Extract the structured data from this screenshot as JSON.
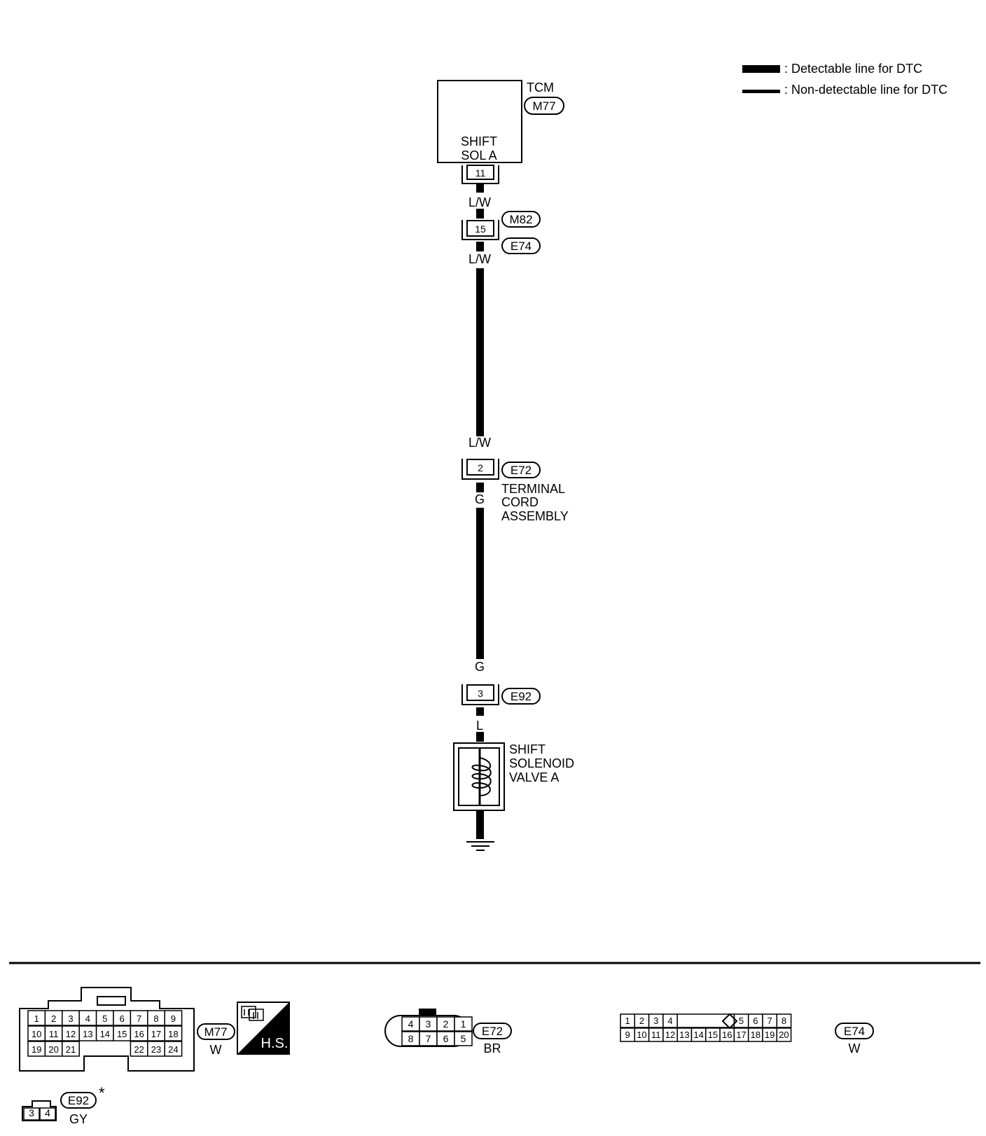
{
  "legend": {
    "detectable": ": Detectable line for DTC",
    "non_detectable": ": Non-detectable line for DTC"
  },
  "tcm": {
    "name": "TCM",
    "connector": "M77",
    "label_line1": "SHIFT",
    "label_line2": "SOL A",
    "terminal": "11"
  },
  "wire1": {
    "color_top": "L/W",
    "color_bottom": "L/W"
  },
  "joint": {
    "terminal": "15",
    "connector_top": "M82",
    "connector_bottom": "E74"
  },
  "wire2": {
    "color_top": "L/W"
  },
  "terminal_cord": {
    "terminal": "2",
    "connector": "E72",
    "label_line1": "TERMINAL",
    "label_line2": "CORD",
    "label_line3": "ASSEMBLY"
  },
  "wire3": {
    "color_top": "G",
    "color_bottom": "G"
  },
  "e92_joint": {
    "terminal": "3",
    "connector": "E92"
  },
  "wire4": {
    "color": "L"
  },
  "solenoid": {
    "label_line1": "SHIFT",
    "label_line2": "SOLENOID",
    "label_line3": "VALVE A"
  },
  "connectors": {
    "m77": {
      "id": "M77",
      "color": "W",
      "row1": [
        "1",
        "2",
        "3",
        "4",
        "5",
        "6",
        "7",
        "8",
        "9"
      ],
      "row2": [
        "10",
        "11",
        "12",
        "13",
        "14",
        "15",
        "16",
        "17",
        "18"
      ],
      "row3_left": [
        "19",
        "20",
        "21"
      ],
      "row3_right": [
        "22",
        "23",
        "24"
      ],
      "hs_label": "H.S."
    },
    "e72": {
      "id": "E72",
      "color": "BR",
      "row1": [
        "4",
        "3",
        "2",
        "1"
      ],
      "row2": [
        "8",
        "7",
        "6",
        "5"
      ]
    },
    "e74": {
      "id": "E74",
      "color": "W",
      "row1_left": [
        "1",
        "2",
        "3",
        "4"
      ],
      "row1_right": [
        "5",
        "6",
        "7",
        "8"
      ],
      "row2": [
        "9",
        "10",
        "11",
        "12",
        "13",
        "14",
        "15",
        "16",
        "17",
        "18",
        "19",
        "20"
      ]
    },
    "e92": {
      "id": "E92",
      "color": "GY",
      "asterisk": "*",
      "pins": [
        "3",
        "4"
      ]
    }
  }
}
